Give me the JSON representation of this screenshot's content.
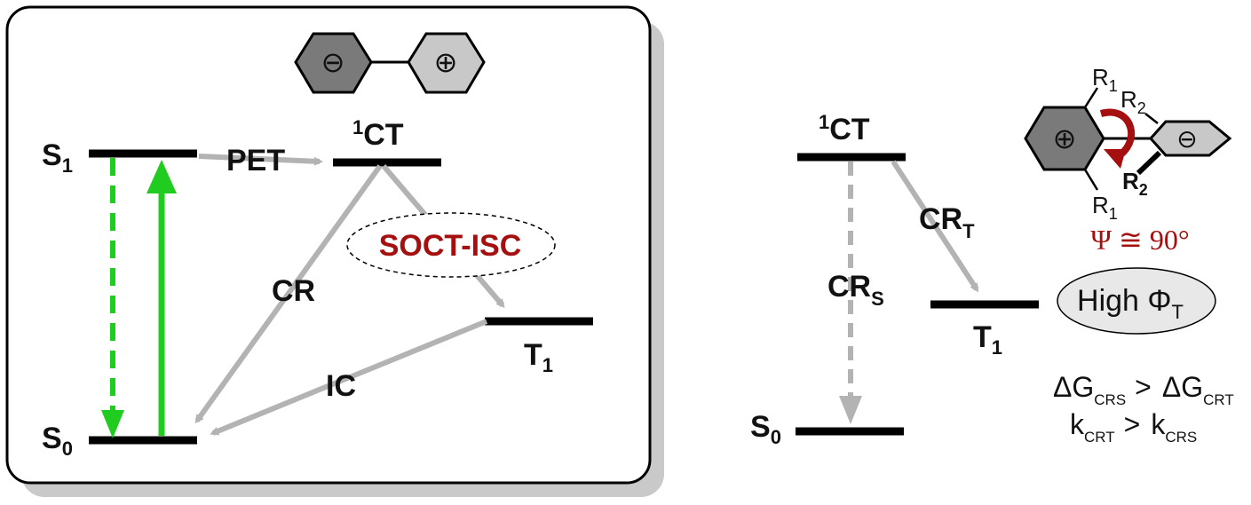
{
  "colors": {
    "level": "#000000",
    "gray_arrow": "#b3b3b3",
    "green_arrow": "#21cc21",
    "accent_red": "#a50f0f",
    "ellipse_fill": "#e8e8e8",
    "ring_dark": "#7a7a7a",
    "ring_light": "#c8c8c8",
    "panel_shadow": "#c9c9c9"
  },
  "left_panel": {
    "molecule": {
      "left_symbol": "⊖",
      "right_symbol": "⊕"
    },
    "s1": {
      "main": "S",
      "sub": "1"
    },
    "s0": {
      "main": "S",
      "sub": "0"
    },
    "ct": {
      "sup": "1",
      "main": "CT"
    },
    "t1": {
      "main": "T",
      "sub": "1"
    },
    "pet": "PET",
    "cr": "CR",
    "ic": "IC",
    "soct_isc": "SOCT-ISC"
  },
  "right_panel": {
    "ct": {
      "sup": "1",
      "main": "CT"
    },
    "t1": {
      "main": "T",
      "sub": "1"
    },
    "s0": {
      "main": "S",
      "sub": "0"
    },
    "cr_t": {
      "main": "CR",
      "sub": "T"
    },
    "cr_s": {
      "main": "CR",
      "sub": "S"
    },
    "molecule": {
      "r1_top": "R",
      "r1_top_sub": "1",
      "r2_top": "R",
      "r2_top_sub": "2",
      "r2_bottom": "R",
      "r2_bottom_sub": "2",
      "r1_bottom": "R",
      "r1_bottom_sub": "1",
      "plus_symbol": "⊕",
      "minus_symbol": "⊖"
    },
    "angle": "Ψ ≅ 90°",
    "high_phi": {
      "text": "High Φ",
      "sub": "T"
    },
    "eq1": {
      "left": "ΔG",
      "left_sub": "CRS",
      "op": ">",
      "right": "ΔG",
      "right_sub": "CRT"
    },
    "eq2": {
      "left": "k",
      "left_sub": "CRT",
      "op": ">",
      "right": "k",
      "right_sub": "CRS"
    }
  }
}
